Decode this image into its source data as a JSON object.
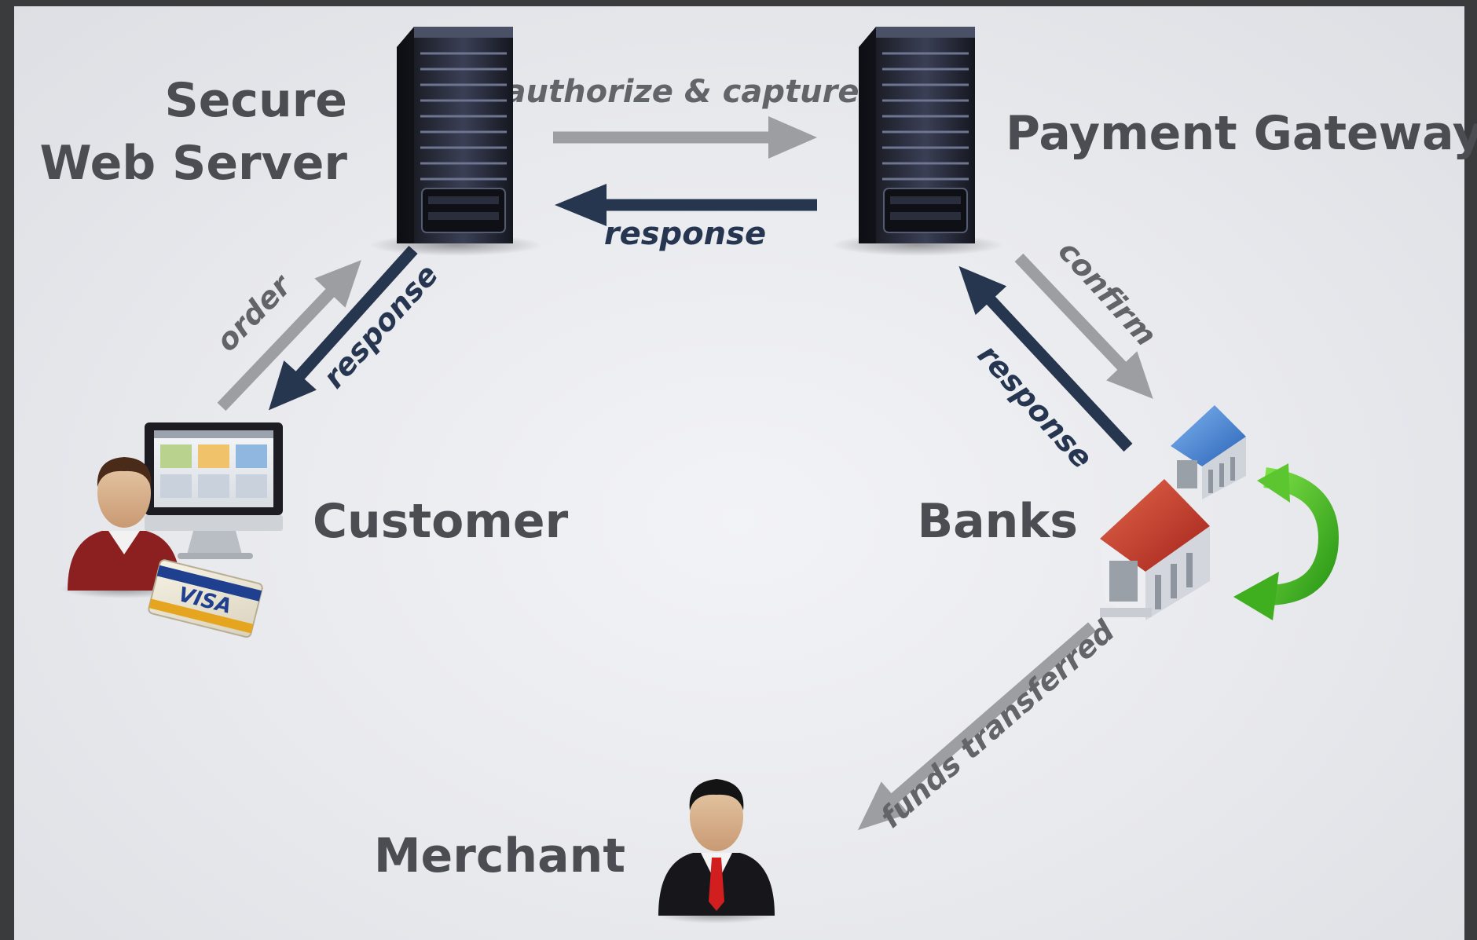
{
  "nodes": {
    "web_server": {
      "label_line1": "Secure",
      "label_line2": "Web Server"
    },
    "gateway": {
      "label": "Payment Gateway"
    },
    "customer": {
      "label": "Customer",
      "card_text": "VISA"
    },
    "banks": {
      "label": "Banks"
    },
    "merchant": {
      "label": "Merchant"
    }
  },
  "edges": {
    "authorize": {
      "label": "authorize & capture"
    },
    "gateway_response": {
      "label": "response"
    },
    "order": {
      "label": "order"
    },
    "server_response": {
      "label": "response"
    },
    "confirm": {
      "label": "confirm"
    },
    "bank_response": {
      "label": "response"
    },
    "funds": {
      "label": "funds transferred"
    }
  },
  "colors": {
    "request_arrow": "#9c9ea2",
    "response_arrow": "#27364f",
    "label_text": "#4b4d52"
  }
}
